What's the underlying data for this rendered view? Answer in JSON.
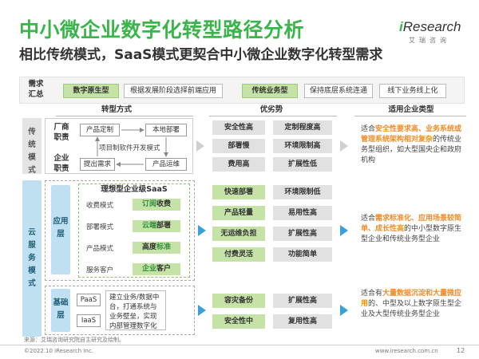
{
  "title": "中小微企业数字化转型路径分析",
  "subtitle": "相比传统模式，SaaS模式更契合中小微企业数字化转型需求",
  "logo": {
    "main_i": "i",
    "main_rest": "Research",
    "sub": "艾瑞咨询"
  },
  "summary": {
    "label": "需求\n汇总",
    "items": [
      "数字原生型",
      "根据发展阶段选择前端应用",
      "传统业务型",
      "保持底层系统连通",
      "线下业务线上化"
    ]
  },
  "section_heads": {
    "transform": "转型方式",
    "advantage": "优劣势",
    "applicable": "适用企业类型"
  },
  "traditional": {
    "bar": "传统模式",
    "vendor_label": "厂商\n职责",
    "enterprise_label": "企业\n职责",
    "flow": {
      "product_custom": "产品定制",
      "local_deploy": "本地部署",
      "project_dev": "项目制软件开发模式",
      "raise_req": "提出需求",
      "product_ops": "产品运维"
    },
    "adv_left": [
      "安全性高",
      "部署慢",
      "费用高"
    ],
    "adv_right": [
      "定制程度高",
      "环境限制高",
      "扩展性低"
    ],
    "desc_pre": "适合",
    "desc_hl": "安全性要求高、业务系统或管理系统架构相对复杂",
    "desc_post": "的传统业务型组织，如大型国央企和政府机构"
  },
  "cloud": {
    "bar": "云服务模式",
    "app_layer": {
      "label": "应用\n层",
      "heading": "理想型企业级SaaS",
      "rows": [
        {
          "key": "收费模式",
          "a": "订阅",
          "b": "收费"
        },
        {
          "key": "部署模式",
          "a": "云端",
          "b": "部署"
        },
        {
          "key": "产品模式",
          "a": "高度",
          "b": "标准"
        },
        {
          "key": "服务客户",
          "a": "企业",
          "b": "客户"
        }
      ],
      "adv_left": [
        "快速部署",
        "产品轻量",
        "无运维负担",
        "付费灵活"
      ],
      "adv_right": [
        "环境限制低",
        "易用性高",
        "扩展性高",
        "功能简单"
      ],
      "desc_pre": "适合",
      "desc_hl": "需求标准化、应用场景较简单、成长性高",
      "desc_post": "的中小型数字原生型企业和传统业务型企业"
    },
    "base_layer": {
      "label": "基础\n层",
      "paas": "PaaS",
      "iaas": "IaaS",
      "desc_text": "建立业务/数据中台，打通系统与业务壁垒，实现内部管理数字化",
      "adv_left": [
        "容灾备份",
        "安全性中"
      ],
      "adv_right": [
        "扩展性高",
        "复用性高"
      ],
      "desc_pre": "适合有",
      "desc_hl": "大量数据沉淀和大量微应用",
      "desc_post": "的、中型及以上数字原生型企业及大型传统业务型企业"
    }
  },
  "source": "来源：艾瑞咨询研究院自主研究及绘制。",
  "footer_left": "©2022.10 iResearch Inc.",
  "footer_url": "www.iresearch.com.cn",
  "page_number": "12",
  "colors": {
    "accent_green": "#39b54a",
    "light_green": "#c5e3a7",
    "highlight_orange": "#f28c28",
    "arrow_blue": "#3aa0d8"
  }
}
